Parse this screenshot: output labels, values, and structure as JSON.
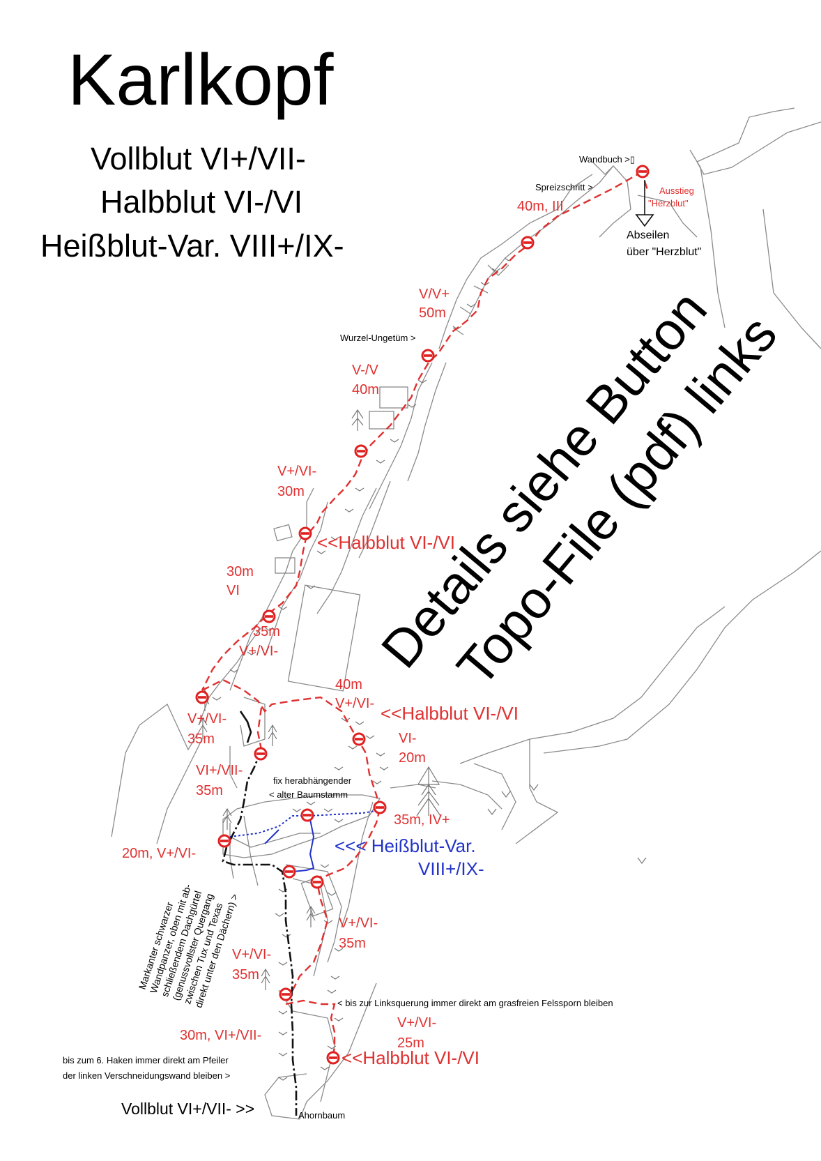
{
  "title": "Karlkopf",
  "routes": [
    "Vollblut VI+/VII-",
    "Halbblut VI-/VI",
    "Heißblut-Var. VIII+/IX-"
  ],
  "watermark": {
    "line1": "Details siehe Button",
    "line2": "Topo-File (pdf) links"
  },
  "pitch_labels": [
    {
      "id": "p1a",
      "text": "40m, III"
    },
    {
      "id": "p2a",
      "text": "V/V+"
    },
    {
      "id": "p2b",
      "text": "50m"
    },
    {
      "id": "p3a",
      "text": "V-/V"
    },
    {
      "id": "p3b",
      "text": "40m"
    },
    {
      "id": "p4a",
      "text": "V+/VI-"
    },
    {
      "id": "p4b",
      "text": "30m"
    },
    {
      "id": "p5a",
      "text": "30m"
    },
    {
      "id": "p5b",
      "text": "VI"
    },
    {
      "id": "p6a",
      "text": "35m"
    },
    {
      "id": "p6b",
      "text": "V+/VI-"
    },
    {
      "id": "p7a",
      "text": "40m"
    },
    {
      "id": "p7b",
      "text": "V+/VI-"
    },
    {
      "id": "p8a",
      "text": "V+/VI-"
    },
    {
      "id": "p8b",
      "text": "35m"
    },
    {
      "id": "p9a",
      "text": "VI-"
    },
    {
      "id": "p9b",
      "text": "20m"
    },
    {
      "id": "p10a",
      "text": "VI+/VII-"
    },
    {
      "id": "p10b",
      "text": "35m"
    },
    {
      "id": "p11",
      "text": "35m, IV+"
    },
    {
      "id": "p12",
      "text": "20m, V+/VI-"
    },
    {
      "id": "p13a",
      "text": "V+/VI-"
    },
    {
      "id": "p13b",
      "text": "35m"
    },
    {
      "id": "p14a",
      "text": "V+/VI-"
    },
    {
      "id": "p14b",
      "text": "35m"
    },
    {
      "id": "p15a",
      "text": "V+/VI-"
    },
    {
      "id": "p15b",
      "text": "25m"
    },
    {
      "id": "p16",
      "text": "30m, VI+/VII-"
    }
  ],
  "annotations": {
    "wandbuch": "Wandbuch >▯",
    "spreizschritt": "Spreizschritt >",
    "ausstieg1": "Ausstieg",
    "ausstieg2": "\"Herzblut\"",
    "abseilen1": "Abseilen",
    "abseilen2": "über \"Herzblut\"",
    "wurzel": "Wurzel-Ungetüm >",
    "halbblut_1": "<<Halbblut VI-/VI",
    "halbblut_2": "<<Halbblut VI-/VI",
    "halbblut_3": "<<Halbblut VI-/VI",
    "baum1": "fix herabhängender",
    "baum2": "< alter Baumstamm",
    "heissblut1": "<<< Heißblut-Var.",
    "heissblut2": "VIII+/IX-",
    "linksquerung": "< bis zur Linksquerung immer direkt am grasfreien Felssporn bleiben",
    "haken1": "bis zum 6. Haken immer direkt am Pfeiler",
    "haken2": "der linken Verschneidungswand bleiben >",
    "vollblut_start": "Vollblut VI+/VII- >>",
    "ahornbaum": "Ahornbaum",
    "rotated_note": [
      "Markanter schwarzer",
      "Wandpanzer, oben mit ab-",
      "schließendem Dachgürtel",
      "(genussvollster Quergang",
      "zwischen Tux und Texas",
      "direkt unter den Dächern) >"
    ]
  },
  "colors": {
    "route_red": "#e03030",
    "variant_blue": "#2233c8",
    "route_black": "#111111",
    "rock_grey": "#8a8a8a"
  },
  "icons": [
    "belay-station-icon",
    "tree-icon",
    "grass-tuft-icon",
    "rappel-arrow-icon"
  ]
}
